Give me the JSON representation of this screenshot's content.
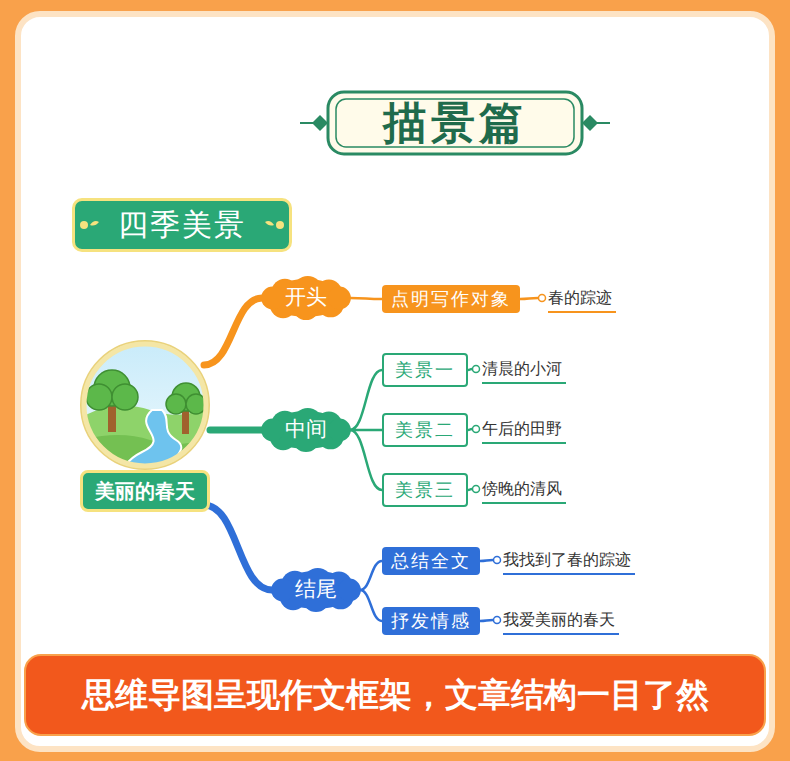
{
  "diagram": {
    "title": "描景篇",
    "caption": "思维导图呈现作文框架，文章结构一目了然",
    "nodes": [
      {
        "text": [
          "四季美景"
        ]
      },
      {
        "text": [
          "美丽的春天"
        ]
      },
      {
        "text": [
          "开头"
        ]
      },
      {
        "text": [
          "点明写作对象"
        ]
      },
      {
        "text": [
          "春的踪迹"
        ]
      },
      {
        "text": [
          "中间"
        ]
      },
      {
        "text": [
          "美景一"
        ]
      },
      {
        "text": [
          "清晨的小河"
        ]
      },
      {
        "text": [
          "美景二"
        ]
      },
      {
        "text": [
          "午后的田野"
        ]
      },
      {
        "text": [
          "美景三"
        ]
      },
      {
        "text": [
          "傍晚的清风"
        ]
      },
      {
        "text": [
          "结尾"
        ]
      },
      {
        "text": [
          "总结全文"
        ]
      },
      {
        "text": [
          "我找到了春的踪迹"
        ]
      },
      {
        "text": [
          "抒发情感"
        ]
      },
      {
        "text": [
          "我爱美丽的春天"
        ]
      }
    ],
    "edges": [
      {
        "from": 1,
        "to": 2,
        "arrow": "none"
      },
      {
        "from": 2,
        "to": 3,
        "arrow": "none"
      },
      {
        "from": 3,
        "to": 4,
        "arrow": "none"
      },
      {
        "from": 1,
        "to": 5,
        "arrow": "none"
      },
      {
        "from": 5,
        "to": 6,
        "arrow": "none"
      },
      {
        "from": 6,
        "to": 7,
        "arrow": "none"
      },
      {
        "from": 5,
        "to": 8,
        "arrow": "none"
      },
      {
        "from": 8,
        "to": 9,
        "arrow": "none"
      },
      {
        "from": 5,
        "to": 10,
        "arrow": "none"
      },
      {
        "from": 10,
        "to": 11,
        "arrow": "none"
      },
      {
        "from": 1,
        "to": 12,
        "arrow": "none"
      },
      {
        "from": 12,
        "to": 13,
        "arrow": "none"
      },
      {
        "from": 13,
        "to": 14,
        "arrow": "none"
      },
      {
        "from": 12,
        "to": 15,
        "arrow": "none"
      },
      {
        "from": 15,
        "to": 16,
        "arrow": "none"
      }
    ]
  }
}
